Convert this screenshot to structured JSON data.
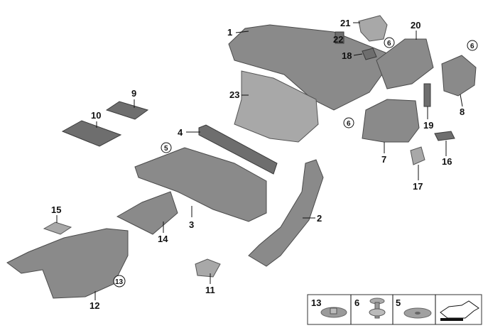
{
  "diagram": {
    "callouts": [
      "1",
      "2",
      "3",
      "4",
      "5",
      "6",
      "7",
      "8",
      "9",
      "10",
      "11",
      "12",
      "13",
      "14",
      "15",
      "16",
      "17",
      "18",
      "19",
      "20",
      "21",
      "22",
      "23"
    ],
    "circled_callouts": {
      "five": "5",
      "six_a": "6",
      "six_b": "6",
      "six_c": "6",
      "thirteen": "13"
    },
    "legend": [
      {
        "number": "13",
        "item": "nut-washer"
      },
      {
        "number": "6",
        "item": "clip-rivet"
      },
      {
        "number": "5",
        "item": "washer"
      },
      {
        "number": "",
        "item": "direction-arrow"
      }
    ]
  }
}
